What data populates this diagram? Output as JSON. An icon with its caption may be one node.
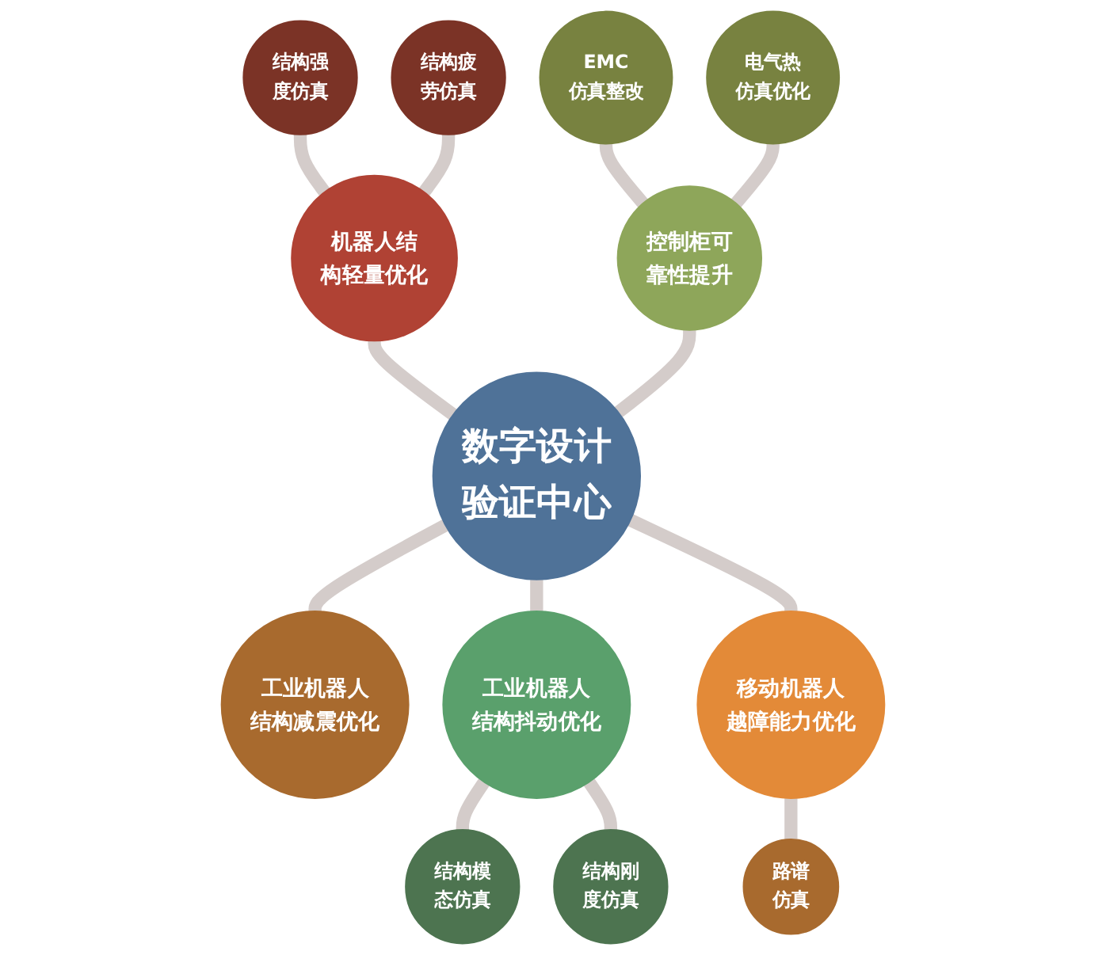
{
  "diagram": {
    "nodes": [
      {
        "text": [
          "数字设计验证中心"
        ]
      },
      {
        "text": [
          "机器人结构轻量优化"
        ]
      },
      {
        "text": [
          "结构强度仿真"
        ]
      },
      {
        "text": [
          "结构疲劳仿真"
        ]
      },
      {
        "text": [
          "控制柜可靠性提升"
        ]
      },
      {
        "text": [
          "EMC仿真整改"
        ]
      },
      {
        "text": [
          "电气热仿真优化"
        ]
      },
      {
        "text": [
          "工业机器人结构减震优化"
        ]
      },
      {
        "text": [
          "工业机器人结构抖动优化"
        ]
      },
      {
        "text": [
          "结构模态仿真"
        ]
      },
      {
        "text": [
          "结构刚度仿真"
        ]
      },
      {
        "text": [
          "移动机器人越障能力优化"
        ]
      },
      {
        "text": [
          "路谱仿真"
        ]
      }
    ],
    "edges": [
      {
        "from": 2,
        "to": 1,
        "arrow": "none"
      },
      {
        "from": 3,
        "to": 1,
        "arrow": "none"
      },
      {
        "from": 1,
        "to": 0,
        "arrow": "none"
      },
      {
        "from": 5,
        "to": 4,
        "arrow": "none"
      },
      {
        "from": 6,
        "to": 4,
        "arrow": "none"
      },
      {
        "from": 4,
        "to": 0,
        "arrow": "none"
      },
      {
        "from": 0,
        "to": 8,
        "arrow": "none"
      },
      {
        "from": 8,
        "to": 9,
        "arrow": "none"
      },
      {
        "from": 8,
        "to": 10,
        "arrow": "none"
      },
      {
        "from": 0,
        "to": 11,
        "arrow": "none"
      },
      {
        "from": 11,
        "to": 12,
        "arrow": "none"
      },
      {
        "from": 0,
        "to": 7,
        "arrow": "none"
      }
    ]
  }
}
